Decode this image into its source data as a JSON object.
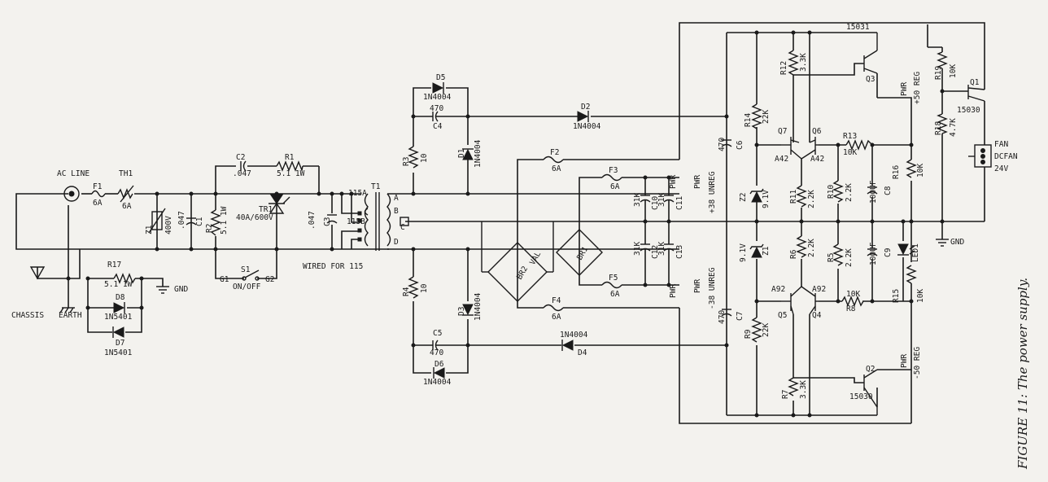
{
  "caption": "FIGURE 11: The power supply.",
  "labels": {
    "ac_line": "AC LINE",
    "f1": "F1",
    "f1_val": "6A",
    "th1": "TH1",
    "th1_val": "6A",
    "z1": "Z1",
    "z1_val": "400V",
    "c1": "C1",
    "c1_val": ".047",
    "c2": "C2",
    "c2_val": ".047",
    "r1": "R1",
    "r1_val": "5.1 1W",
    "r2": "R2",
    "r2_val": "5.1 1W",
    "tr1": "TR1",
    "tr1_val": "40A/600V",
    "c3": "C3",
    "c3_val": ".047",
    "s1": "S1",
    "s1_state": "ON/OFF",
    "s1_pin1": "G1",
    "s1_pin2": "G2",
    "wired": "WIRED FOR 115",
    "t1": "T1",
    "pin_115a": "115A",
    "pin_115b": "115B",
    "pin_a": "A",
    "pin_b": "B",
    "pin_c": "C",
    "pin_d": "D",
    "r17": "R17",
    "r17_val": "5.1 1W",
    "d8": "D8",
    "d8_val": "1N5401",
    "d7": "D7",
    "d7_val": "1N5401",
    "gnd": "GND",
    "chassis": "CHASSIS",
    "earth": "EARTH",
    "d5": "D5",
    "d5_val": "1N4004",
    "c4": "C4",
    "c4_val": "470",
    "d1": "D1",
    "d1_val": "1N4004",
    "r3": "R3",
    "r3_val": "10",
    "r4": "R4",
    "r4_val": "10",
    "d3": "D3",
    "d3_val": "1N4004",
    "c5": "C5",
    "c5_val": "470",
    "d6": "D6",
    "d6_val": "1N4004",
    "d2": "D2",
    "d2_val": "1N4004",
    "d4": "D4",
    "d4_val": "1N4004",
    "f2": "F2",
    "f2_val": "6A",
    "f3": "F3",
    "f3_val": "6A",
    "f4": "F4",
    "f4_val": "6A",
    "f5": "F5",
    "f5_val": "6A",
    "br1": "BR1",
    "br2": "BR2",
    "val": "VAL",
    "c10": "C10",
    "c10_val": "31K",
    "c11": "C11",
    "c11_val": "31K",
    "c12": "C12",
    "c12_val": "31K",
    "c13": "C13",
    "c13_val": "31K",
    "pwr": "PWR",
    "p38": "+38 UNREG",
    "m38": "-38 UNREG",
    "c6": "C6",
    "c6_val": "470",
    "c7": "C7",
    "c7_val": "470",
    "r14": "R14",
    "r14_val": "22K",
    "r12": "R12",
    "r12_val": "3.3K",
    "q7": "Q7",
    "q7_val": "A42",
    "q6": "Q6",
    "q6_val": "A42",
    "z2": "Z2",
    "z2_val": "9.1V",
    "z1b": "Z1",
    "z1b_val": "9.1V",
    "r11": "R11",
    "r11_val": "2.2K",
    "r10": "R10",
    "r10_val": "2.2K",
    "r13": "R13",
    "r13_val": "10K",
    "c8": "C8",
    "c8_val": "100UF",
    "c9": "C9",
    "c9_val": "100UF",
    "r6": "R6",
    "r6_val": "2.2K",
    "r5": "R5",
    "r5_val": "2.2K",
    "r16": "R16",
    "r16_val": "10K",
    "r15": "R15",
    "r15_val": "10K",
    "q3": "Q3",
    "q3_part": "15031",
    "p50": "+50 REG",
    "m50": "-50 REG",
    "r19": "R19",
    "r19_val": "10K",
    "r18": "R18",
    "r18_val": "4.7K",
    "q1": "Q1",
    "q1_part": "15030",
    "fan": "FAN",
    "dcfan": "DCFAN",
    "fan_v": "24V",
    "led1": "LED1",
    "q5": "Q5",
    "q5_val": "A92",
    "q4": "Q4",
    "q4_val": "A92",
    "r8": "R8",
    "r8_val": "10K",
    "r9": "R9",
    "r9_val": "22K",
    "r7": "R7",
    "r7_val": "3.3K",
    "q2": "Q2",
    "q2_part": "15030"
  }
}
